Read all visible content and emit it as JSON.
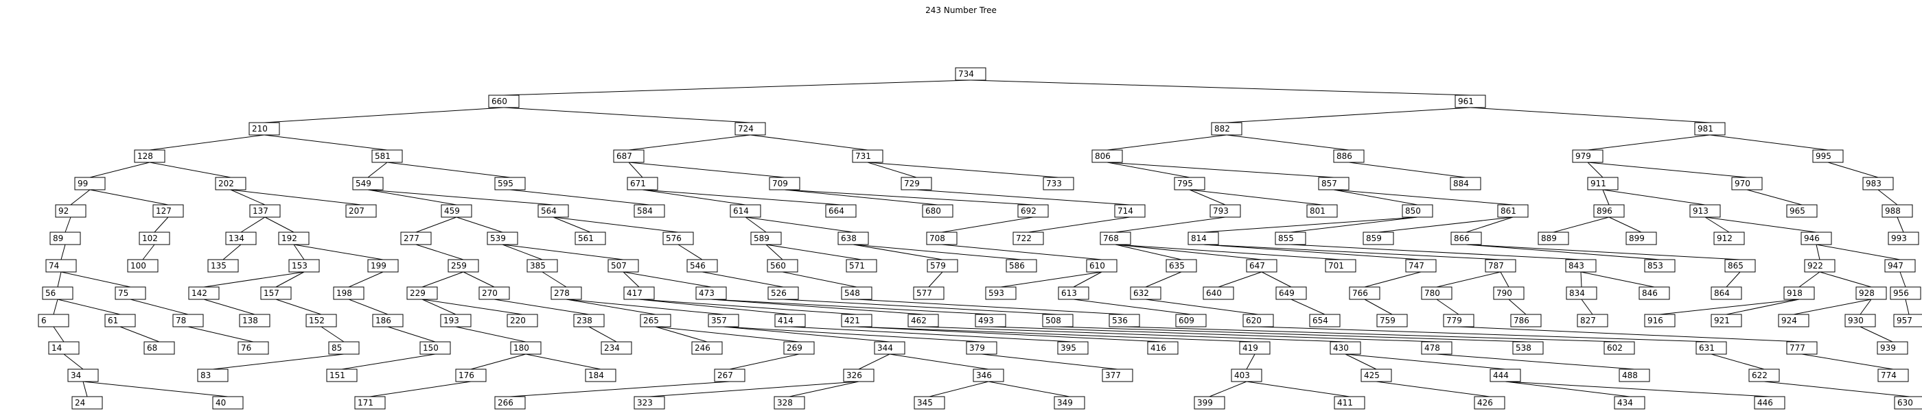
{
  "title": "243 Number Tree",
  "nodes": [
    {
      "id": "n734",
      "label": "734",
      "parent": null
    },
    {
      "id": "n660",
      "label": "660",
      "parent": "n734"
    },
    {
      "id": "n961",
      "label": "961",
      "parent": "n734"
    },
    {
      "id": "n210",
      "label": "210",
      "parent": "n660"
    },
    {
      "id": "n724",
      "label": "724",
      "parent": "n660"
    },
    {
      "id": "n882",
      "label": "882",
      "parent": "n961"
    },
    {
      "id": "n981",
      "label": "981",
      "parent": "n961"
    },
    {
      "id": "n128",
      "label": "128",
      "parent": "n210"
    },
    {
      "id": "n581",
      "label": "581",
      "parent": "n210"
    },
    {
      "id": "n687",
      "label": "687",
      "parent": "n724"
    },
    {
      "id": "n731",
      "label": "731",
      "parent": "n724"
    },
    {
      "id": "n806",
      "label": "806",
      "parent": "n882"
    },
    {
      "id": "n886",
      "label": "886",
      "parent": "n882"
    },
    {
      "id": "n979",
      "label": "979",
      "parent": "n981"
    },
    {
      "id": "n995",
      "label": "995",
      "parent": "n981"
    },
    {
      "id": "n99",
      "label": "99",
      "parent": "n128"
    },
    {
      "id": "n202",
      "label": "202",
      "parent": "n128"
    },
    {
      "id": "n549",
      "label": "549",
      "parent": "n581"
    },
    {
      "id": "n595",
      "label": "595",
      "parent": "n581"
    },
    {
      "id": "n671",
      "label": "671",
      "parent": "n687"
    },
    {
      "id": "n709",
      "label": "709",
      "parent": "n687"
    },
    {
      "id": "n729",
      "label": "729",
      "parent": "n731"
    },
    {
      "id": "n733",
      "label": "733",
      "parent": "n731"
    },
    {
      "id": "n795",
      "label": "795",
      "parent": "n806"
    },
    {
      "id": "n857",
      "label": "857",
      "parent": "n806"
    },
    {
      "id": "n884",
      "label": "884",
      "parent": "n886"
    },
    {
      "id": "n911",
      "label": "911",
      "parent": "n979"
    },
    {
      "id": "n970",
      "label": "970",
      "parent": "n979"
    },
    {
      "id": "n983",
      "label": "983",
      "parent": "n995"
    },
    {
      "id": "n92",
      "label": "92",
      "parent": "n99"
    },
    {
      "id": "n127",
      "label": "127",
      "parent": "n99"
    },
    {
      "id": "n137",
      "label": "137",
      "parent": "n202"
    },
    {
      "id": "n207",
      "label": "207",
      "parent": "n202"
    },
    {
      "id": "n459",
      "label": "459",
      "parent": "n549"
    },
    {
      "id": "n564",
      "label": "564",
      "parent": "n549"
    },
    {
      "id": "n584",
      "label": "584",
      "parent": "n595"
    },
    {
      "id": "n614",
      "label": "614",
      "parent": "n671"
    },
    {
      "id": "n664",
      "label": "664",
      "parent": "n671"
    },
    {
      "id": "n680",
      "label": "680",
      "parent": "n709"
    },
    {
      "id": "n692",
      "label": "692",
      "parent": "n709"
    },
    {
      "id": "n714",
      "label": "714",
      "parent": "n729"
    },
    {
      "id": "n793",
      "label": "793",
      "parent": "n795"
    },
    {
      "id": "n801",
      "label": "801",
      "parent": "n795"
    },
    {
      "id": "n850",
      "label": "850",
      "parent": "n857"
    },
    {
      "id": "n861",
      "label": "861",
      "parent": "n857"
    },
    {
      "id": "n896",
      "label": "896",
      "parent": "n911"
    },
    {
      "id": "n913",
      "label": "913",
      "parent": "n911"
    },
    {
      "id": "n965",
      "label": "965",
      "parent": "n970"
    },
    {
      "id": "n988",
      "label": "988",
      "parent": "n983"
    },
    {
      "id": "n89",
      "label": "89",
      "parent": "n92"
    },
    {
      "id": "n102",
      "label": "102",
      "parent": "n127"
    },
    {
      "id": "n134",
      "label": "134",
      "parent": "n137"
    },
    {
      "id": "n192",
      "label": "192",
      "parent": "n137"
    },
    {
      "id": "n277",
      "label": "277",
      "parent": "n459"
    },
    {
      "id": "n539",
      "label": "539",
      "parent": "n459"
    },
    {
      "id": "n561",
      "label": "561",
      "parent": "n564"
    },
    {
      "id": "n576",
      "label": "576",
      "parent": "n564"
    },
    {
      "id": "n589",
      "label": "589",
      "parent": "n614"
    },
    {
      "id": "n638",
      "label": "638",
      "parent": "n614"
    },
    {
      "id": "n708",
      "label": "708",
      "parent": "n692"
    },
    {
      "id": "n722",
      "label": "722",
      "parent": "n714"
    },
    {
      "id": "n768",
      "label": "768",
      "parent": "n793"
    },
    {
      "id": "n814",
      "label": "814",
      "parent": "n850"
    },
    {
      "id": "n855",
      "label": "855",
      "parent": "n850"
    },
    {
      "id": "n859",
      "label": "859",
      "parent": "n861"
    },
    {
      "id": "n866",
      "label": "866",
      "parent": "n861"
    },
    {
      "id": "n889",
      "label": "889",
      "parent": "n896"
    },
    {
      "id": "n899",
      "label": "899",
      "parent": "n896"
    },
    {
      "id": "n912",
      "label": "912",
      "parent": "n913"
    },
    {
      "id": "n946",
      "label": "946",
      "parent": "n913"
    },
    {
      "id": "n993",
      "label": "993",
      "parent": "n988"
    },
    {
      "id": "n74",
      "label": "74",
      "parent": "n89"
    },
    {
      "id": "n100",
      "label": "100",
      "parent": "n102"
    },
    {
      "id": "n135",
      "label": "135",
      "parent": "n134"
    },
    {
      "id": "n153",
      "label": "153",
      "parent": "n192"
    },
    {
      "id": "n199",
      "label": "199",
      "parent": "n192"
    },
    {
      "id": "n259",
      "label": "259",
      "parent": "n277"
    },
    {
      "id": "n385",
      "label": "385",
      "parent": "n539"
    },
    {
      "id": "n507",
      "label": "507",
      "parent": "n539"
    },
    {
      "id": "n546",
      "label": "546",
      "parent": "n576"
    },
    {
      "id": "n560",
      "label": "560",
      "parent": "n589"
    },
    {
      "id": "n571",
      "label": "571",
      "parent": "n589"
    },
    {
      "id": "n579",
      "label": "579",
      "parent": "n638"
    },
    {
      "id": "n586",
      "label": "586",
      "parent": "n638"
    },
    {
      "id": "n610",
      "label": "610",
      "parent": "n708"
    },
    {
      "id": "n635",
      "label": "635",
      "parent": "n768"
    },
    {
      "id": "n647",
      "label": "647",
      "parent": "n768"
    },
    {
      "id": "n701",
      "label": "701",
      "parent": "n768"
    },
    {
      "id": "n747",
      "label": "747",
      "parent": "n814"
    },
    {
      "id": "n787",
      "label": "787",
      "parent": "n814"
    },
    {
      "id": "n843",
      "label": "843",
      "parent": "n855"
    },
    {
      "id": "n853",
      "label": "853",
      "parent": "n866"
    },
    {
      "id": "n865",
      "label": "865",
      "parent": "n866"
    },
    {
      "id": "n922",
      "label": "922",
      "parent": "n946"
    },
    {
      "id": "n947",
      "label": "947",
      "parent": "n946"
    },
    {
      "id": "n56",
      "label": "56",
      "parent": "n74"
    },
    {
      "id": "n75",
      "label": "75",
      "parent": "n74"
    },
    {
      "id": "n142",
      "label": "142",
      "parent": "n153"
    },
    {
      "id": "n157",
      "label": "157",
      "parent": "n153"
    },
    {
      "id": "n198",
      "label": "198",
      "parent": "n199"
    },
    {
      "id": "n229",
      "label": "229",
      "parent": "n259"
    },
    {
      "id": "n270",
      "label": "270",
      "parent": "n259"
    },
    {
      "id": "n278",
      "label": "278",
      "parent": "n385"
    },
    {
      "id": "n417",
      "label": "417",
      "parent": "n507"
    },
    {
      "id": "n473",
      "label": "473",
      "parent": "n507"
    },
    {
      "id": "n526",
      "label": "526",
      "parent": "n546"
    },
    {
      "id": "n548",
      "label": "548",
      "parent": "n560"
    },
    {
      "id": "n577",
      "label": "577",
      "parent": "n579"
    },
    {
      "id": "n593",
      "label": "593",
      "parent": "n610"
    },
    {
      "id": "n613",
      "label": "613",
      "parent": "n610"
    },
    {
      "id": "n632",
      "label": "632",
      "parent": "n635"
    },
    {
      "id": "n640",
      "label": "640",
      "parent": "n647"
    },
    {
      "id": "n649",
      "label": "649",
      "parent": "n647"
    },
    {
      "id": "n766",
      "label": "766",
      "parent": "n747"
    },
    {
      "id": "n780",
      "label": "780",
      "parent": "n787"
    },
    {
      "id": "n790",
      "label": "790",
      "parent": "n787"
    },
    {
      "id": "n834",
      "label": "834",
      "parent": "n843"
    },
    {
      "id": "n846",
      "label": "846",
      "parent": "n843"
    },
    {
      "id": "n864",
      "label": "864",
      "parent": "n865"
    },
    {
      "id": "n918",
      "label": "918",
      "parent": "n922"
    },
    {
      "id": "n928",
      "label": "928",
      "parent": "n922"
    },
    {
      "id": "n956",
      "label": "956",
      "parent": "n947"
    },
    {
      "id": "n6",
      "label": "6",
      "parent": "n56"
    },
    {
      "id": "n61",
      "label": "61",
      "parent": "n56"
    },
    {
      "id": "n78",
      "label": "78",
      "parent": "n75"
    },
    {
      "id": "n138",
      "label": "138",
      "parent": "n142"
    },
    {
      "id": "n152",
      "label": "152",
      "parent": "n157"
    },
    {
      "id": "n186",
      "label": "186",
      "parent": "n198"
    },
    {
      "id": "n193",
      "label": "193",
      "parent": "n229"
    },
    {
      "id": "n220",
      "label": "220",
      "parent": "n229"
    },
    {
      "id": "n238",
      "label": "238",
      "parent": "n270"
    },
    {
      "id": "n265",
      "label": "265",
      "parent": "n278"
    },
    {
      "id": "n357",
      "label": "357",
      "parent": "n278"
    },
    {
      "id": "n414",
      "label": "414",
      "parent": "n417"
    },
    {
      "id": "n421",
      "label": "421",
      "parent": "n417"
    },
    {
      "id": "n462",
      "label": "462",
      "parent": "n473"
    },
    {
      "id": "n493",
      "label": "493",
      "parent": "n473"
    },
    {
      "id": "n508",
      "label": "508",
      "parent": "n526"
    },
    {
      "id": "n536",
      "label": "536",
      "parent": "n548"
    },
    {
      "id": "n609",
      "label": "609",
      "parent": "n613"
    },
    {
      "id": "n620",
      "label": "620",
      "parent": "n632"
    },
    {
      "id": "n654",
      "label": "654",
      "parent": "n649"
    },
    {
      "id": "n759",
      "label": "759",
      "parent": "n766"
    },
    {
      "id": "n779",
      "label": "779",
      "parent": "n780"
    },
    {
      "id": "n786",
      "label": "786",
      "parent": "n790"
    },
    {
      "id": "n827",
      "label": "827",
      "parent": "n834"
    },
    {
      "id": "n916",
      "label": "916",
      "parent": "n918"
    },
    {
      "id": "n921",
      "label": "921",
      "parent": "n918"
    },
    {
      "id": "n924",
      "label": "924",
      "parent": "n928"
    },
    {
      "id": "n930",
      "label": "930",
      "parent": "n928"
    },
    {
      "id": "n957",
      "label": "957",
      "parent": "n956"
    },
    {
      "id": "n14",
      "label": "14",
      "parent": "n6"
    },
    {
      "id": "n68",
      "label": "68",
      "parent": "n61"
    },
    {
      "id": "n76",
      "label": "76",
      "parent": "n78"
    },
    {
      "id": "n85",
      "label": "85",
      "parent": "n152"
    },
    {
      "id": "n150",
      "label": "150",
      "parent": "n186"
    },
    {
      "id": "n180",
      "label": "180",
      "parent": "n193"
    },
    {
      "id": "n234",
      "label": "234",
      "parent": "n238"
    },
    {
      "id": "n246",
      "label": "246",
      "parent": "n265"
    },
    {
      "id": "n269",
      "label": "269",
      "parent": "n265"
    },
    {
      "id": "n344",
      "label": "344",
      "parent": "n357"
    },
    {
      "id": "n379",
      "label": "379",
      "parent": "n357"
    },
    {
      "id": "n395",
      "label": "395",
      "parent": "n414"
    },
    {
      "id": "n416",
      "label": "416",
      "parent": "n421"
    },
    {
      "id": "n419",
      "label": "419",
      "parent": "n421"
    },
    {
      "id": "n430",
      "label": "430",
      "parent": "n462"
    },
    {
      "id": "n478",
      "label": "478",
      "parent": "n493"
    },
    {
      "id": "n538",
      "label": "538",
      "parent": "n508"
    },
    {
      "id": "n602",
      "label": "602",
      "parent": "n536"
    },
    {
      "id": "n631",
      "label": "631",
      "parent": "n620"
    },
    {
      "id": "n777",
      "label": "777",
      "parent": "n779"
    },
    {
      "id": "n939",
      "label": "939",
      "parent": "n930"
    },
    {
      "id": "n34",
      "label": "34",
      "parent": "n14"
    },
    {
      "id": "n83",
      "label": "83",
      "parent": "n85"
    },
    {
      "id": "n151",
      "label": "151",
      "parent": "n150"
    },
    {
      "id": "n176",
      "label": "176",
      "parent": "n180"
    },
    {
      "id": "n184",
      "label": "184",
      "parent": "n180"
    },
    {
      "id": "n267",
      "label": "267",
      "parent": "n269"
    },
    {
      "id": "n326",
      "label": "326",
      "parent": "n344"
    },
    {
      "id": "n346",
      "label": "346",
      "parent": "n344"
    },
    {
      "id": "n377",
      "label": "377",
      "parent": "n379"
    },
    {
      "id": "n403",
      "label": "403",
      "parent": "n419"
    },
    {
      "id": "n425",
      "label": "425",
      "parent": "n430"
    },
    {
      "id": "n444",
      "label": "444",
      "parent": "n430"
    },
    {
      "id": "n488",
      "label": "488",
      "parent": "n478"
    },
    {
      "id": "n622",
      "label": "622",
      "parent": "n631"
    },
    {
      "id": "n774",
      "label": "774",
      "parent": "n777"
    },
    {
      "id": "n24",
      "label": "24",
      "parent": "n34"
    },
    {
      "id": "n40",
      "label": "40",
      "parent": "n34"
    },
    {
      "id": "n171",
      "label": "171",
      "parent": "n176"
    },
    {
      "id": "n266",
      "label": "266",
      "parent": "n267"
    },
    {
      "id": "n323",
      "label": "323",
      "parent": "n326"
    },
    {
      "id": "n328",
      "label": "328",
      "parent": "n326"
    },
    {
      "id": "n345",
      "label": "345",
      "parent": "n346"
    },
    {
      "id": "n349",
      "label": "349",
      "parent": "n346"
    },
    {
      "id": "n399",
      "label": "399",
      "parent": "n403"
    },
    {
      "id": "n411",
      "label": "411",
      "parent": "n403"
    },
    {
      "id": "n426",
      "label": "426",
      "parent": "n425"
    },
    {
      "id": "n434",
      "label": "434",
      "parent": "n444"
    },
    {
      "id": "n446",
      "label": "446",
      "parent": "n444"
    },
    {
      "id": "n630",
      "label": "630",
      "parent": "n622"
    }
  ]
}
